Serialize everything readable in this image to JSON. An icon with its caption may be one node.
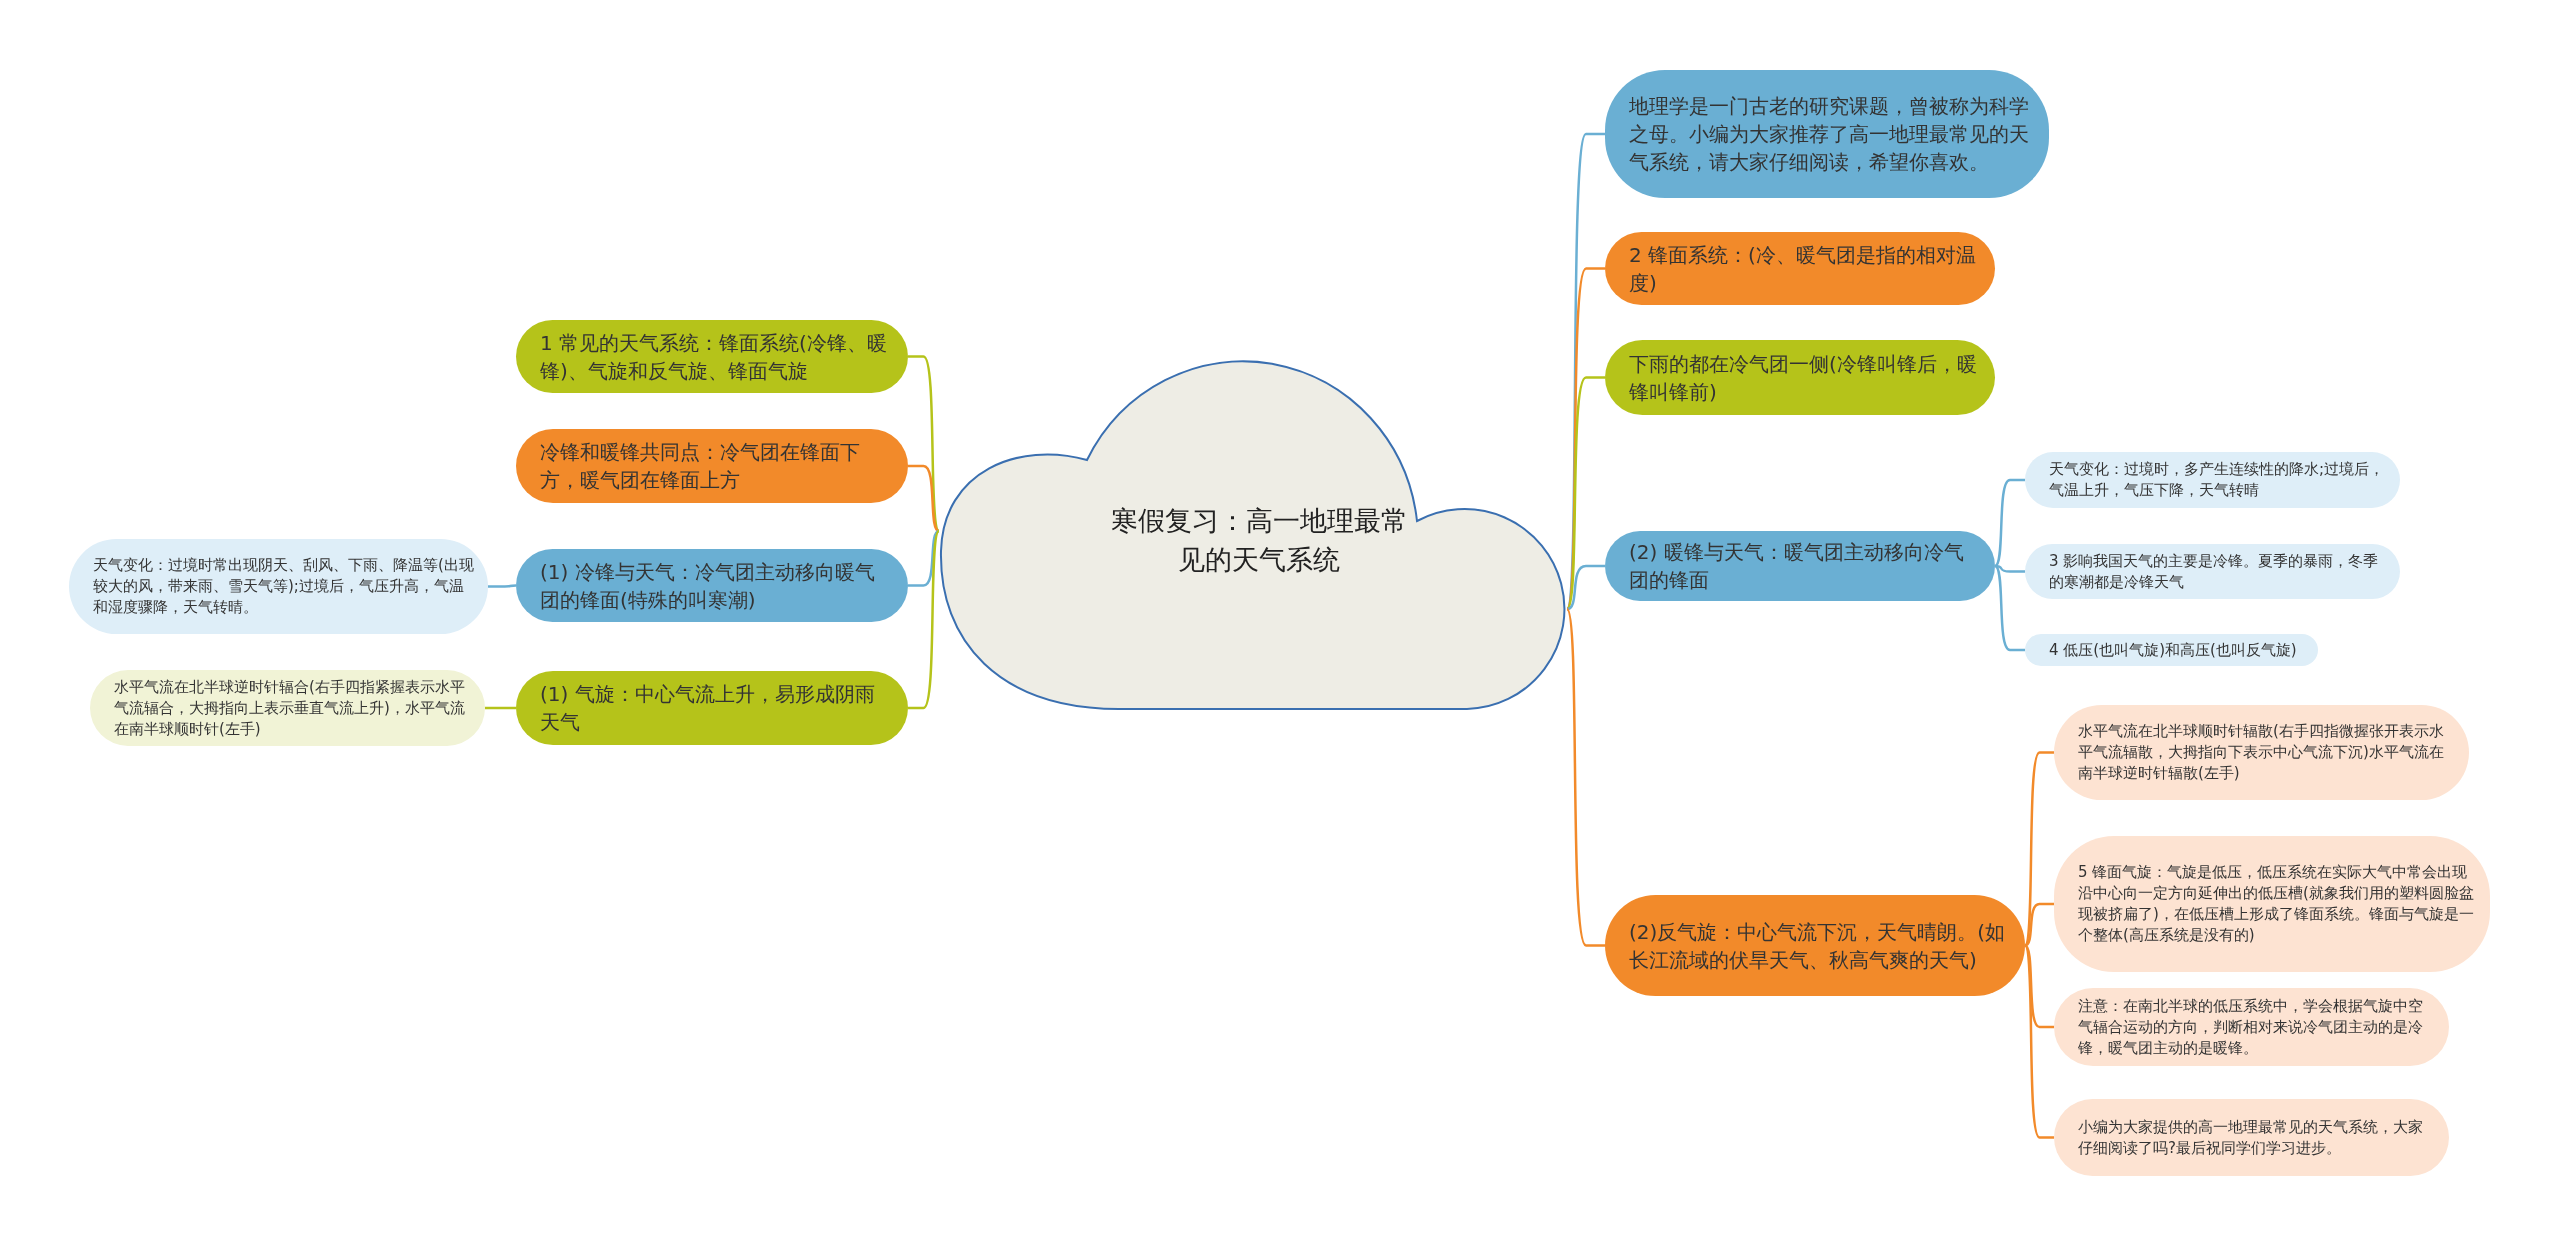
{
  "diagram": {
    "nodes": [
      {
        "text": [
          "寒假复习：高一地理最常见的天气系统"
        ]
      },
      {
        "text": [
          "1 常见的天气系统：锋面系统(冷锋、暖锋)、气旋和反气旋、锋面气旋"
        ]
      },
      {
        "text": [
          "冷锋和暖锋共同点：冷气团在锋面下方，暖气团在锋面上方"
        ]
      },
      {
        "text": [
          "(1) 冷锋与天气：冷气团主动移向暖气团的锋面(特殊的叫寒潮)"
        ]
      },
      {
        "text": [
          "(1) 气旋：中心气流上升，易形成阴雨天气"
        ]
      },
      {
        "text": [
          "天气变化：过境时常出现阴天、刮风、下雨、降温等(出现较大的风，带来雨、雪天气等);过境后，气压升高，气温和湿度骤降，天气转晴。"
        ]
      },
      {
        "text": [
          "水平气流在北半球逆时针辐合(右手四指紧握表示水平气流辐合，大拇指向上表示垂直气流上升)，水平气流在南半球顺时针(左手)"
        ]
      },
      {
        "text": [
          "地理学是一门古老的研究课题，曾被称为科学之母。小编为大家推荐了高一地理最常见的天气系统，请大家仔细阅读，希望你喜欢。"
        ]
      },
      {
        "text": [
          "2 锋面系统：(冷、暖气团是指的相对温度)"
        ]
      },
      {
        "text": [
          "下雨的都在冷气团一侧(冷锋叫锋后，暖锋叫锋前)"
        ]
      },
      {
        "text": [
          "(2) 暖锋与天气：暖气团主动移向冷气团的锋面"
        ]
      },
      {
        "text": [
          "天气变化：过境时，多产生连续性的降水;过境后，气温上升，气压下降，天气转晴"
        ]
      },
      {
        "text": [
          "3 影响我国天气的主要是冷锋。夏季的暴雨，冬季的寒潮都是冷锋天气"
        ]
      },
      {
        "text": [
          "4 低压(也叫气旋)和高压(也叫反气旋)"
        ]
      },
      {
        "text": [
          "(2)反气旋：中心气流下沉，天气晴朗。(如长江流域的伏旱天气、秋高气爽的天气)"
        ]
      },
      {
        "text": [
          "水平气流在北半球顺时针辐散(右手四指微握张开表示水平气流辐散，大拇指向下表示中心气流下沉)水平气流在南半球逆时针辐散(左手)"
        ]
      },
      {
        "text": [
          "5 锋面气旋：气旋是低压，低压系统在实际大气中常会出现沿中心向一定方向延伸出的低压槽(就象我们用的塑料圆脸盆现被挤扁了)，在低压槽上形成了锋面系统。锋面与气旋是一个整体(高压系统是没有的)"
        ]
      },
      {
        "text": [
          "注意：在南北半球的低压系统中，学会根据气旋中空气辐合运动的方向，判断相对来说冷气团主动的是冷锋，暖气团主动的是暖锋。"
        ]
      },
      {
        "text": [
          "小编为大家提供的高一地理最常见的天气系统，大家仔细阅读了吗?最后祝同学们学习进步。"
        ]
      }
    ],
    "edges": [
      {
        "from": 0,
        "to": 1,
        "arrow": "none",
        "color": "#b5c31a"
      },
      {
        "from": 0,
        "to": 2,
        "arrow": "none",
        "color": "#f28a2a"
      },
      {
        "from": 0,
        "to": 3,
        "arrow": "none",
        "color": "#6aafd3"
      },
      {
        "from": 0,
        "to": 4,
        "arrow": "none",
        "color": "#b5c31a"
      },
      {
        "from": 3,
        "to": 5,
        "arrow": "none",
        "color": "#6aafd3"
      },
      {
        "from": 4,
        "to": 6,
        "arrow": "none",
        "color": "#b5c31a"
      },
      {
        "from": 0,
        "to": 7,
        "arrow": "none",
        "color": "#6aafd3"
      },
      {
        "from": 0,
        "to": 8,
        "arrow": "none",
        "color": "#f28a2a"
      },
      {
        "from": 0,
        "to": 9,
        "arrow": "none",
        "color": "#b5c31a"
      },
      {
        "from": 0,
        "to": 10,
        "arrow": "none",
        "color": "#6aafd3"
      },
      {
        "from": 10,
        "to": 11,
        "arrow": "none",
        "color": "#6aafd3"
      },
      {
        "from": 10,
        "to": 12,
        "arrow": "none",
        "color": "#6aafd3"
      },
      {
        "from": 10,
        "to": 13,
        "arrow": "none",
        "color": "#6aafd3"
      },
      {
        "from": 0,
        "to": 14,
        "arrow": "none",
        "color": "#f28a2a"
      },
      {
        "from": 14,
        "to": 15,
        "arrow": "none",
        "color": "#f28a2a"
      },
      {
        "from": 14,
        "to": 16,
        "arrow": "none",
        "color": "#f28a2a"
      },
      {
        "from": 14,
        "to": 17,
        "arrow": "none",
        "color": "#f28a2a"
      },
      {
        "from": 14,
        "to": 18,
        "arrow": "none",
        "color": "#f28a2a"
      }
    ]
  }
}
